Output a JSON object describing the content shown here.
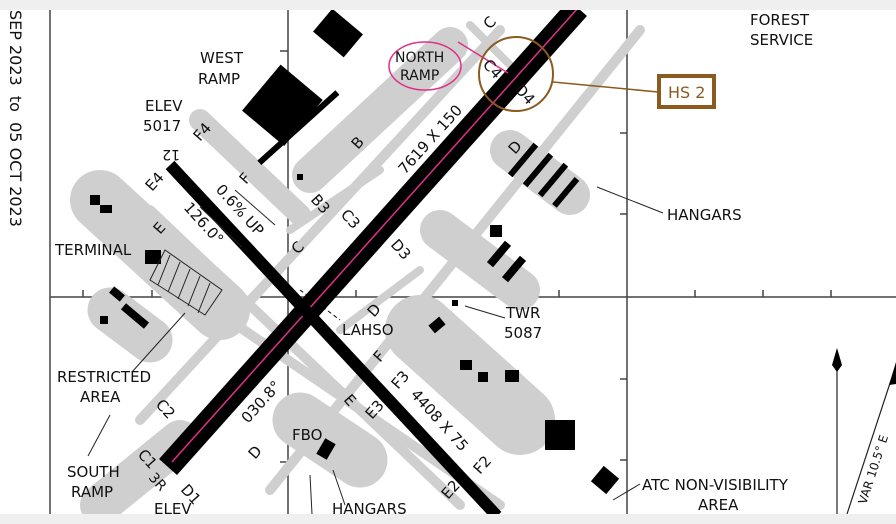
{
  "validity": "SEP 2023  to  05 OCT 2023",
  "labels": {
    "west_ramp": [
      "WEST",
      "RAMP"
    ],
    "north_ramp": [
      "NORTH",
      "RAMP"
    ],
    "forest_service": [
      "FOREST",
      "SERVICE"
    ],
    "elev_top": [
      "ELEV",
      "5017"
    ],
    "terminal": "TERMINAL",
    "restricted_area": [
      "RESTRICTED",
      "AREA"
    ],
    "south_ramp": [
      "SOUTH",
      "RAMP"
    ],
    "elev_bottom": "ELEV",
    "hangars_right": "HANGARS",
    "hangars_bottom": "HANGARS",
    "fbo": "FBO",
    "twr": [
      "TWR",
      "5087"
    ],
    "lahso": "LAHSO",
    "atc": [
      "ATC NON-VISIBILITY",
      "AREA"
    ],
    "var": "VAR 10.5° E",
    "hotspot": "HS 2"
  },
  "runways": {
    "main_dims": "7619 X 150",
    "main_end": "3R",
    "main_heading": "030.8°",
    "cross_dims": "4408 X 75",
    "cross_end": "12",
    "cross_heading": "126.0°",
    "cross_slope": "0.6% UP"
  },
  "taxiways": [
    "B",
    "B3",
    "C",
    "C1",
    "C2",
    "C3",
    "C4",
    "D",
    "D1",
    "D3",
    "D4",
    "E",
    "E2",
    "E3",
    "E4",
    "F",
    "F2",
    "F3",
    "F4"
  ],
  "colors": {
    "runway": "#000000",
    "taxiway": "#cfcfcf",
    "centerline": "#e0308a",
    "hotspot": "#8a5a1e"
  }
}
